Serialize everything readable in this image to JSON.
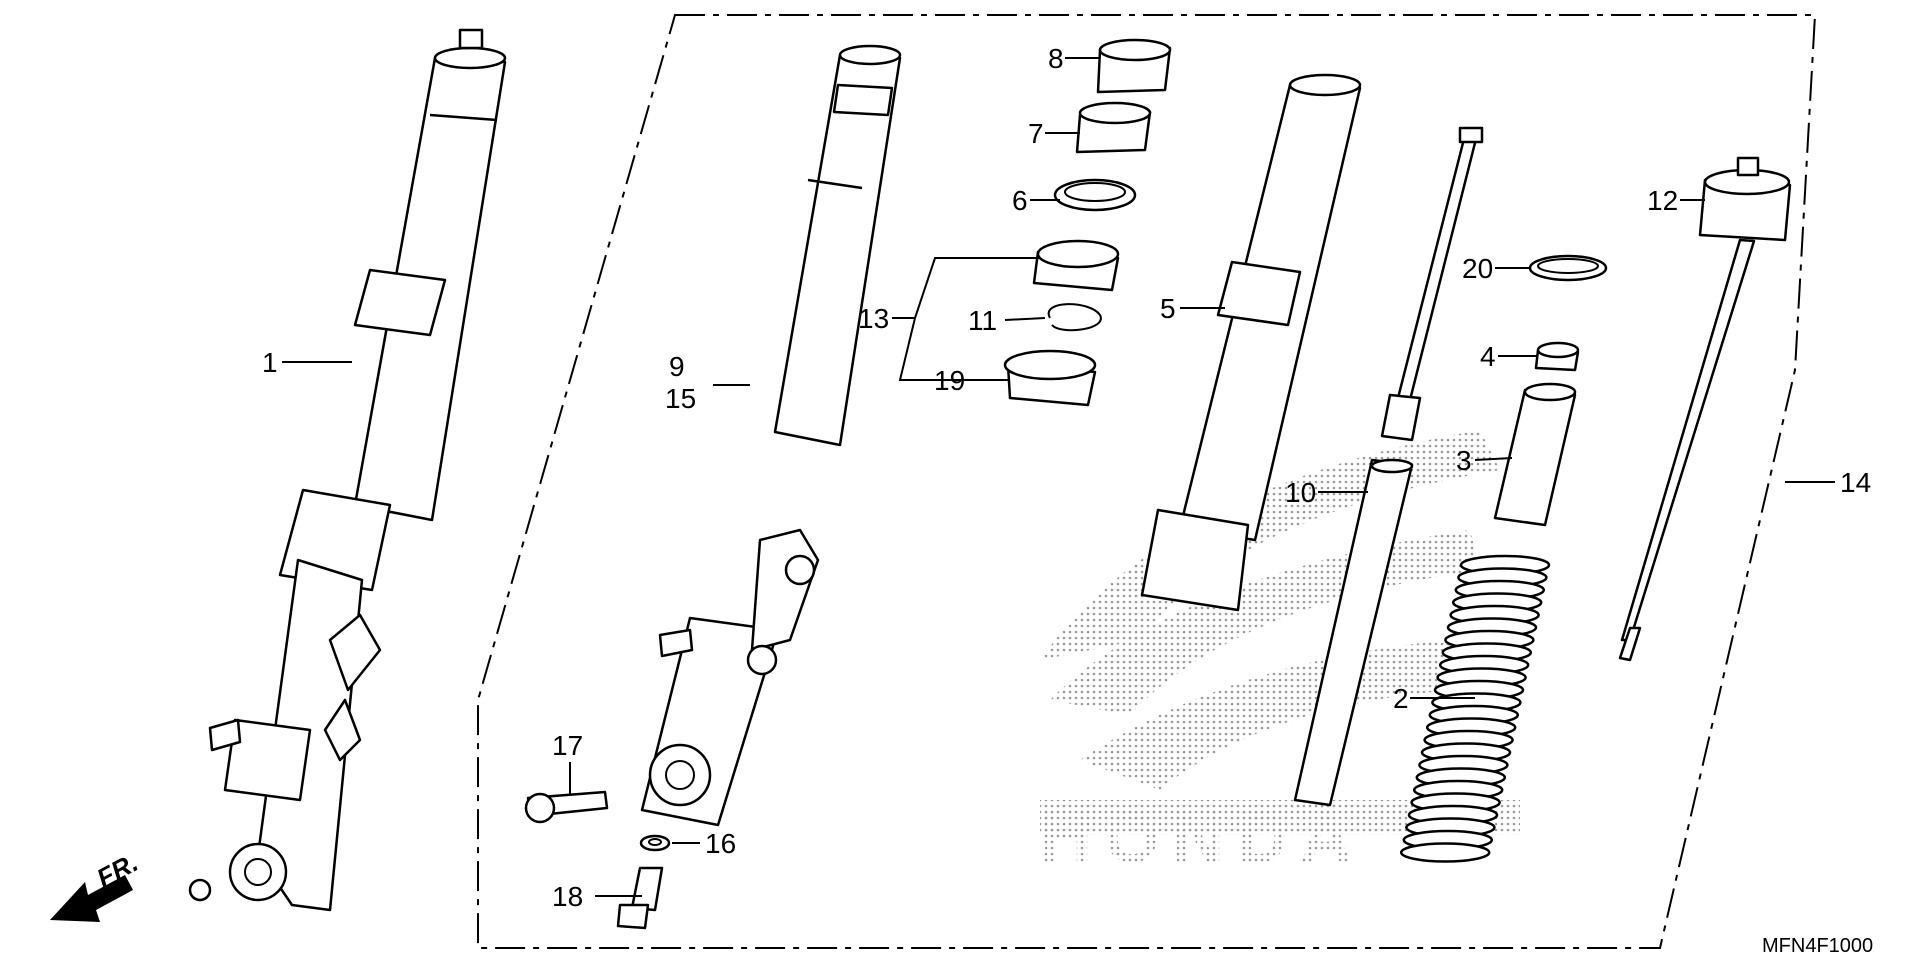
{
  "diagram_code": "MFN4F1000",
  "direction_label": "FR.",
  "callouts": {
    "c1": "1",
    "c2": "2",
    "c3": "3",
    "c4": "4",
    "c5": "5",
    "c6": "6",
    "c7": "7",
    "c8": "8",
    "c9": "9",
    "c10": "10",
    "c11": "11",
    "c12": "12",
    "c13": "13",
    "c14": "14",
    "c15": "15",
    "c16": "16",
    "c17": "17",
    "c18": "18",
    "c19": "19",
    "c20": "20"
  },
  "watermark": "HONDA"
}
